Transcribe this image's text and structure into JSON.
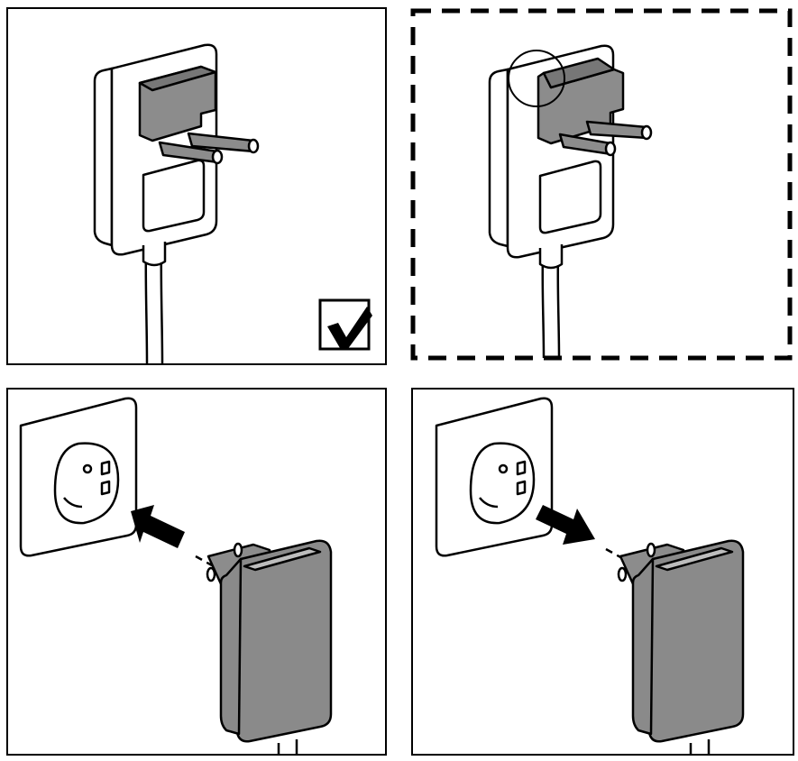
{
  "colors": {
    "line": "#000000",
    "background": "#ffffff",
    "plug_gray": "#8c8c8c",
    "adapter_gray": "#8a8a8a",
    "dashed_border": "#000000"
  },
  "panels": [
    {
      "name": "adapter-plug-attached-correct",
      "marker": "checkmark-icon"
    },
    {
      "name": "adapter-plug-attached-incorrect",
      "marker": "dashed-border",
      "highlight": "circle-icon"
    },
    {
      "name": "adapter-insert-into-socket",
      "arrow": "arrow-icon-toward-socket"
    },
    {
      "name": "adapter-remove-from-socket",
      "arrow": "arrow-icon-away-from-socket"
    }
  ]
}
